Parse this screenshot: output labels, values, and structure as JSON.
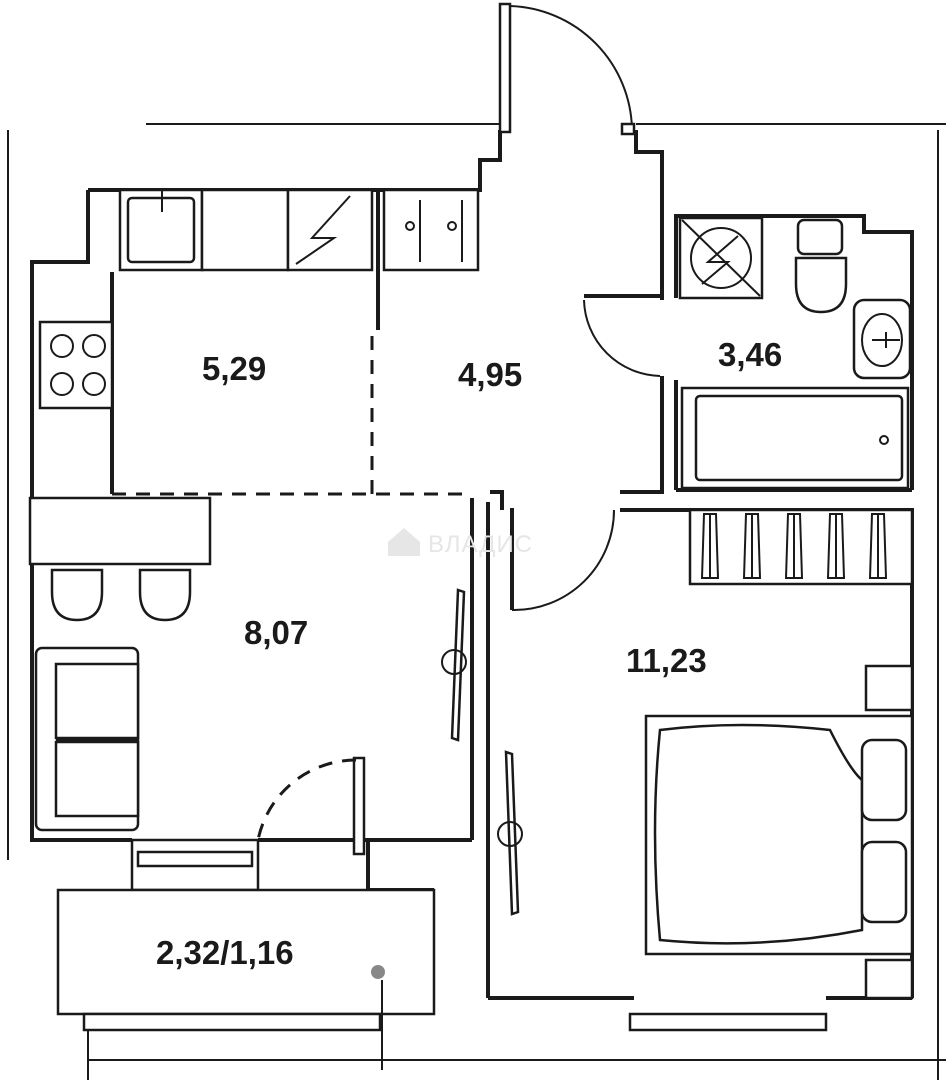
{
  "rooms": {
    "kitchen_area": "5,29",
    "hall_area": "4,95",
    "bathroom_area": "3,46",
    "living_area": "8,07",
    "bedroom_area": "11,23",
    "balcony_area": "2,32/1,16"
  },
  "watermark": {
    "text": "ВЛАДИС"
  },
  "colors": {
    "line": "#1a1a1a",
    "background": "#ffffff",
    "watermark": "#e6e6e6",
    "marker": "#888888"
  }
}
